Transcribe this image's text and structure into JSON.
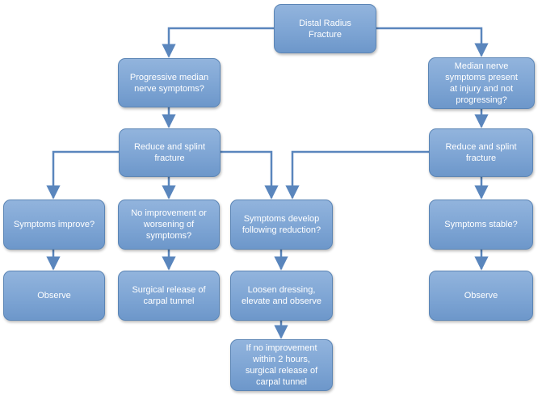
{
  "diagram": {
    "nodes": {
      "root": "Distal Radius\nFracture",
      "progressive": "Progressive median\nnerve symptoms?",
      "present_at_injury": "Median nerve\nsymptoms present\nat injury and not\nprogressing?",
      "reduce_left": "Reduce and splint\nfracture",
      "reduce_right": "Reduce and splint\nfracture",
      "improve": "Symptoms improve?",
      "no_improvement": "No improvement or\nworsening of\nsymptoms?",
      "develop": "Symptoms develop\nfollowing reduction?",
      "stable": "Symptoms stable?",
      "observe_left": "Observe",
      "surgical_release": "Surgical release of\ncarpal tunnel",
      "loosen": "Loosen dressing,\nelevate and observe",
      "observe_right": "Observe",
      "if_no_improvement": "If no improvement\nwithin 2 hours,\nsurgical release of\ncarpal tunnel"
    }
  }
}
